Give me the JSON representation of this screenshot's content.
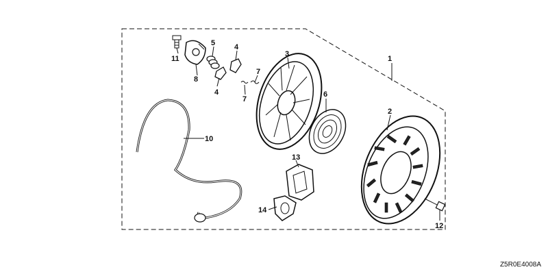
{
  "diagram": {
    "code": "Z5R0E4008A",
    "callouts": [
      {
        "id": "c1",
        "label": "1"
      },
      {
        "id": "c2",
        "label": "2"
      },
      {
        "id": "c3",
        "label": "3"
      },
      {
        "id": "c4a",
        "label": "4"
      },
      {
        "id": "c4b",
        "label": "4"
      },
      {
        "id": "c5",
        "label": "5"
      },
      {
        "id": "c6",
        "label": "6"
      },
      {
        "id": "c7a",
        "label": "7"
      },
      {
        "id": "c7b",
        "label": "7"
      },
      {
        "id": "c8",
        "label": "8"
      },
      {
        "id": "c10",
        "label": "10"
      },
      {
        "id": "c11",
        "label": "11"
      },
      {
        "id": "c12",
        "label": "12"
      },
      {
        "id": "c13",
        "label": "13"
      },
      {
        "id": "c14",
        "label": "14"
      }
    ]
  }
}
